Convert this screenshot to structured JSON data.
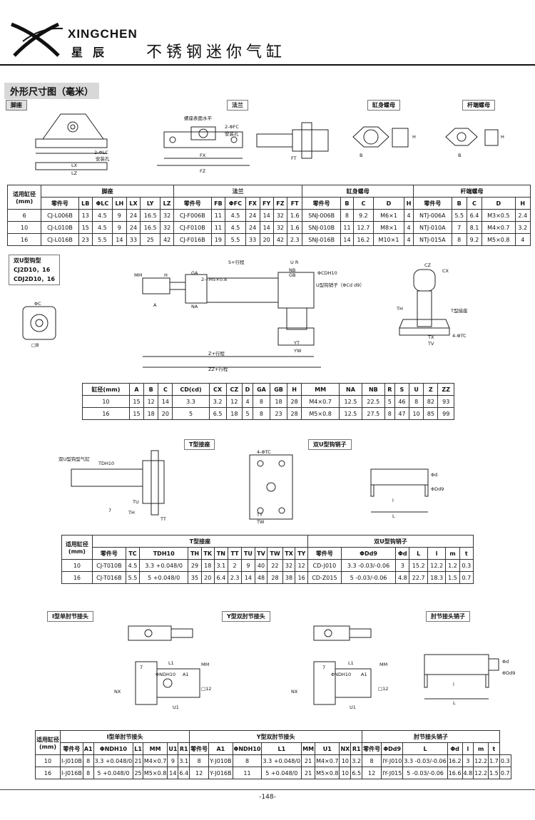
{
  "header": {
    "brand_en": "XINGCHEN",
    "brand_cn": "星辰",
    "title": "不锈钢迷你气缸"
  },
  "section_title": "外形尺寸图（毫米）",
  "drawing_labels": {
    "foot": "脚座",
    "flange": "法兰",
    "body_nut": "缸身螺母",
    "rod_nut": "杆端螺母",
    "double_u": "双U型钩型",
    "t_bracket": "T型接座",
    "double_u_pin": "双U型钩销子",
    "i_joint": "I型单肘节接头",
    "y_joint": "Y型双肘节接头",
    "joint_pin": "肘节接头销子"
  },
  "models": [
    "CJ2D10，16",
    "CDJ2D10，16"
  ],
  "table1": {
    "bore_label": "适用缸径",
    "unit": "(mm)",
    "groups": [
      "脚座",
      "法兰",
      "缸身螺母",
      "杆端螺母"
    ],
    "cols": [
      "零件号",
      "LB",
      "ΦLC",
      "LH",
      "LX",
      "LY",
      "LZ",
      "零件号",
      "FB",
      "ΦFC",
      "FX",
      "FY",
      "FZ",
      "FT",
      "零件号",
      "B",
      "C",
      "D",
      "H",
      "零件号",
      "B",
      "C",
      "D",
      "H"
    ],
    "rows": [
      [
        "6",
        "CJ-L006B",
        "13",
        "4.5",
        "9",
        "24",
        "16.5",
        "32",
        "CJ-F006B",
        "11",
        "4.5",
        "24",
        "14",
        "32",
        "1.6",
        "SNJ-006B",
        "8",
        "9.2",
        "M6×1",
        "4",
        "NTJ-006A",
        "5.5",
        "6.4",
        "M3×0.5",
        "2.4"
      ],
      [
        "10",
        "CJ-L010B",
        "15",
        "4.5",
        "9",
        "24",
        "16.5",
        "32",
        "CJ-F010B",
        "11",
        "4.5",
        "24",
        "14",
        "32",
        "1.6",
        "SNJ-010B",
        "11",
        "12.7",
        "M8×1",
        "4",
        "NTJ-010A",
        "7",
        "8.1",
        "M4×0.7",
        "3.2"
      ],
      [
        "16",
        "CJ-L016B",
        "23",
        "5.5",
        "14",
        "33",
        "25",
        "42",
        "CJ-F016B",
        "19",
        "5.5",
        "33",
        "20",
        "42",
        "2.3",
        "SNJ-016B",
        "14",
        "16.2",
        "M10×1",
        "4",
        "NTJ-015A",
        "8",
        "9.2",
        "M5×0.8",
        "4"
      ]
    ]
  },
  "table2": {
    "cols": [
      "缸径(mm)",
      "A",
      "B",
      "C",
      "CD(cd)",
      "CX",
      "CZ",
      "D",
      "GA",
      "GB",
      "H",
      "MM",
      "NA",
      "NB",
      "R",
      "S",
      "U",
      "Z",
      "ZZ"
    ],
    "rows": [
      [
        "10",
        "15",
        "12",
        "14",
        "3.3",
        "3.2",
        "12",
        "4",
        "8",
        "18",
        "28",
        "M4×0.7",
        "12.5",
        "22.5",
        "5",
        "46",
        "8",
        "82",
        "93"
      ],
      [
        "16",
        "15",
        "18",
        "20",
        "5",
        "6.5",
        "18",
        "5",
        "8",
        "23",
        "28",
        "M5×0.8",
        "12.5",
        "27.5",
        "8",
        "47",
        "10",
        "85",
        "99"
      ]
    ]
  },
  "table3": {
    "bore_label": "适用缸径",
    "unit": "(mm)",
    "groups": [
      "T型接座",
      "双U型钩销子"
    ],
    "cols": [
      "零件号",
      "TC",
      "TDH10",
      "TH",
      "TK",
      "TN",
      "TT",
      "TU",
      "TV",
      "TW",
      "TX",
      "TY",
      "零件号",
      "ΦDd9",
      "Φd",
      "L",
      "l",
      "m",
      "t"
    ],
    "rows": [
      [
        "10",
        "CJ-T010B",
        "4.5",
        "3.3 +0.048/0",
        "29",
        "18",
        "3.1",
        "2",
        "9",
        "40",
        "22",
        "32",
        "12",
        "CD-J010",
        "3.3 -0.03/-0.06",
        "3",
        "15.2",
        "12.2",
        "1.2",
        "0.3"
      ],
      [
        "16",
        "CJ-T016B",
        "5.5",
        "5 +0.048/0",
        "35",
        "20",
        "6.4",
        "2.3",
        "14",
        "48",
        "28",
        "38",
        "16",
        "CD-Z015",
        "5 -0.03/-0.06",
        "4.8",
        "22.7",
        "18.3",
        "1.5",
        "0.7"
      ]
    ]
  },
  "table4": {
    "bore_label": "适用缸径",
    "unit": "(mm)",
    "groups": [
      "I型单肘节接头",
      "Y型双肘节接头",
      "肘节接头销子"
    ],
    "cols": [
      "零件号",
      "A1",
      "ΦNDH10",
      "L1",
      "MM",
      "U1",
      "R1",
      "零件号",
      "A1",
      "ΦNDH10",
      "L1",
      "MM",
      "U1",
      "NX",
      "R1",
      "零件号",
      "ΦDd9",
      "L",
      "Φd",
      "l",
      "m",
      "t"
    ],
    "rows": [
      [
        "10",
        "I-J010B",
        "8",
        "3.3 +0.048/0",
        "21",
        "M4×0.7",
        "9",
        "3.1",
        "8",
        "Y-J010B",
        "8",
        "3.3 +0.048/0",
        "21",
        "M4×0.7",
        "10",
        "3.2",
        "8",
        "IY-J010",
        "3.3 -0.03/-0.06",
        "16.2",
        "3",
        "12.2",
        "1.7",
        "0.3"
      ],
      [
        "16",
        "I-J016B",
        "8",
        "5 +0.048/0",
        "25",
        "M5×0.8",
        "14",
        "6.4",
        "12",
        "Y-J016B",
        "11",
        "5 +0.048/0",
        "21",
        "M5×0.8",
        "10",
        "6.5",
        "12",
        "IY-J015",
        "5 -0.03/-0.06",
        "16.6",
        "4.8",
        "12.2",
        "1.5",
        "0.7"
      ]
    ]
  },
  "page_number": "-148-"
}
